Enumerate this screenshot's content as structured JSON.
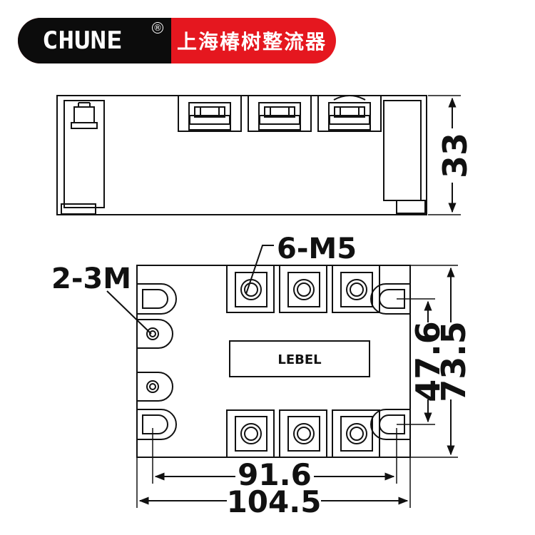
{
  "brand": {
    "logo": "CHUNE",
    "registered": "®",
    "company_name": "上海椿树整流器",
    "colors": {
      "black": "#0c0c0c",
      "red": "#e5171f"
    }
  },
  "diagram": {
    "side_height": "33",
    "terminal_thread": "6-M5",
    "mounting_holes": "2-3M",
    "label_plate": "LEBEL",
    "inner_height": "47.6",
    "outer_height": "73.5",
    "inner_width": "91.6",
    "outer_width": "104.5"
  }
}
